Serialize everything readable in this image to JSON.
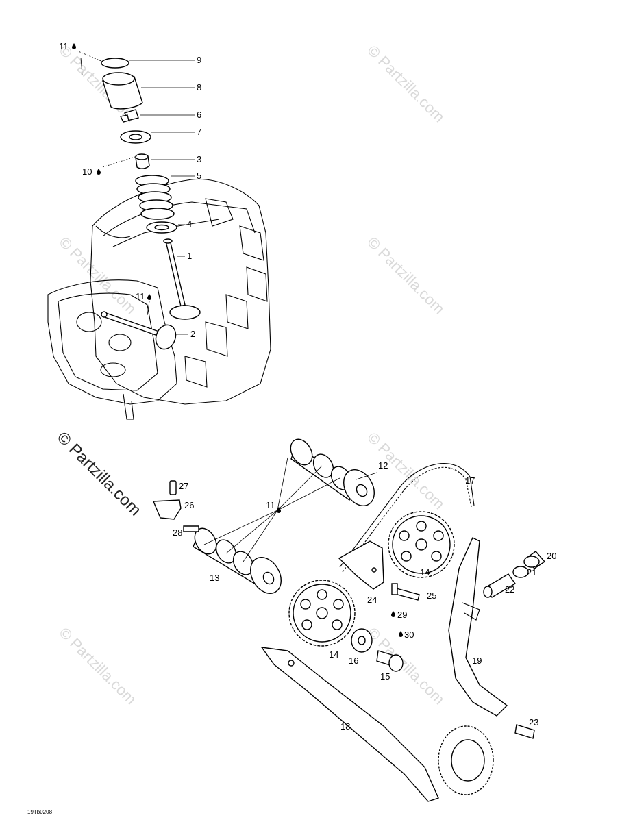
{
  "diagram": {
    "code": "19Tb0208",
    "watermark": "© Partzilla.com",
    "watermark_main": "© Partzilla.com",
    "labels": {
      "p1": "1",
      "p2": "2",
      "p3": "3",
      "p4": "4",
      "p5": "5",
      "p6": "6",
      "p7": "7",
      "p8": "8",
      "p9": "9",
      "p10": "10",
      "p11a": "11",
      "p11b": "11",
      "p11c": "11",
      "p12": "12",
      "p13": "13",
      "p14a": "14",
      "p14b": "14",
      "p15": "15",
      "p16": "16",
      "p17": "17",
      "p18": "18",
      "p19": "19",
      "p20": "20",
      "p21": "21",
      "p22": "22",
      "p23": "23",
      "p24": "24",
      "p25": "25",
      "p26": "26",
      "p27": "27",
      "p28": "28",
      "p29": "29",
      "p30": "30"
    }
  }
}
